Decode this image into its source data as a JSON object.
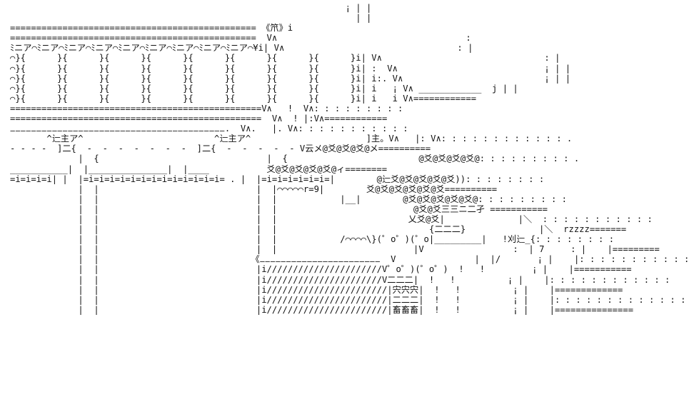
{
  "art": {
    "lines": [
      "                                                                ¡ | |",
      "                                                                  | |",
      "=============================================== 《笊》i",
      "===============================================  V∧                                    :",
      "ﾐニア⌒ﾐニア⌒ﾐニア⌒ﾐニア⌒ﾐニア⌒ﾐニア⌒ﾐニア⌒ﾐニア⌒ﾐニア⌒¥i| V∧                                 : |",
      "⌒}{      }{      }{      }{      }{      }{      }{      }{      }i| V∧                               : |",
      "⌒}{      }{      }{      }{      }{      }{      }{      }{      }i| :  V∧                            ¡ | |",
      "⌒}{      }{      }{      }{      }{      }{      }{      }{      }i| i:. V∧                           ¡ | |",
      "⌒}{      }{      }{      }{      }{      }{      }{      }{      }i| i   ¡ V∧ ____________  j | |",
      "⌒}{      }{      }{      }{      }{      }{      }{      }{      }i| i   i V∧============",
      "================================================V∧   !  V∧: : : : : : : : :",
      "================================================  V∧  ! |:V∧============",
      "⚊⚊⚊⚊⚊⚊⚊⚊⚊⚊⚊⚊⚊⚊⚊⚊⚊⚊⚊⚊⚊⚊⚊⚊⚊⚊⚊⚊⚊⚊⚊⚊⚊⚊⚊⚊⚊⚊⚊⚊⚊.  V∧.   |. V∧: : : : : : : : : : :",
      "       ^辷主ア^                         ^辷主ア^                      ]主。V∧   |: V∧: : : : : : : : : : : : .",
      "- - - -  ]二{  -  -  -  -  -  -  -  ]二{  -  -  -  -  - V云メ@爻@爻@爻@メ==========",
      "             |  {                                |  {                         @爻@爻@爻@爻@: : : : : : : : : .",
      "___________|  |_______________|  |____           爻@爻@爻@爻@爻@ィ========",
      "=i=i=i=i| |  |=i=i=i=i=i=i=i=i=i=i=i=i=i= . |  |=i=i=i=i=i=i=|        @辷爻@爻@爻@爻@爻)): : : : : : : :",
      "             |  |                              |  |⌒⌒⌒⌒⌒r=9|        爻@爻@爻@爻@爻@爻==========",
      "             |  |                              |  |            |__|        @爻@爻@爻@爻@爻@: : : : : : : : :",
      "             |  |                              |  |                          @爻@爻三三ニ二孑 ===========",
      "             |  |                              |  |                         乂爻@爻|              |＼  : : : : : : : : : : :",
      "             |  |                              |  |                             {二二二}              |＼  rzzzz=======",
      "             |  |                              |  |            /⌒⌒⌒⌒\\}(゜o゜)(゜o|_________|   !刈辷_{: : : : : : : :",
      "             |  |                              |  |                          |V                 :  | 7     : |    |=========",
      "             |  |                             《⚊⚊⚊⚊⚊⚊⚊⚊⚊⚊⚊⚊⚊⚊⚊⚊⚊⚊⚊⚊⚊⚊⚊  V               |  |/       ¡ |    |: : : : : : : : : : :",
      "             |  |                              |i//////////////////////V゜o゜)(゜o゜)  !   !         ¡ |    |===========",
      "             |  |                              |i//////////////////////V二二二|  !   !          ¡ |    |: : : : : : : : : : : :",
      "             |  |                              |i///////////////////////|宍宍宍|  !   !          ¡ |    |=============",
      "             |  |                              |i///////////////////////|二二二|  !   !          ¡ |    |: : : : : : : : : : : : :",
      "             |  |                              |i///////////////////////|畜畜畜|  !   !          ¡ |    |==============="
    ]
  }
}
